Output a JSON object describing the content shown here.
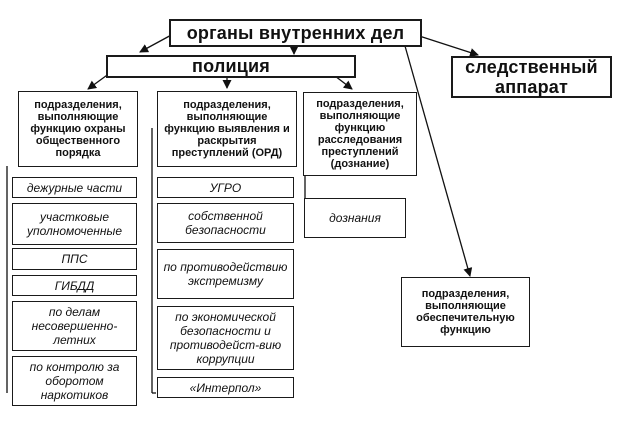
{
  "root": "органы внутренних дел",
  "police": "полиция",
  "investigative": "следственный аппарат",
  "columns": {
    "public_order": {
      "header": "подразделения, выполняющие функцию охраны общественного порядка",
      "items": [
        "дежурные части",
        "участковые уполномоченные",
        "ППС",
        "ГИБДД",
        "по делам несовершенно-летних",
        "по контролю за оборотом наркотиков"
      ]
    },
    "detection": {
      "header": "подразделения, выполняющие функцию выявления и раскрытия преступлений (ОРД)",
      "items": [
        "УГРО",
        "собственной безопасности",
        "по противодействию экстремизму",
        "по экономической безопасности и противодейст-вию коррупции",
        "«Интерпол»"
      ]
    },
    "inquiry": {
      "header": "подразделения, выполняющие функцию расследования преступлений (дознание)",
      "items": [
        "дознания"
      ]
    }
  },
  "support": "подразделения, выполняющие обеспечительную функцию"
}
